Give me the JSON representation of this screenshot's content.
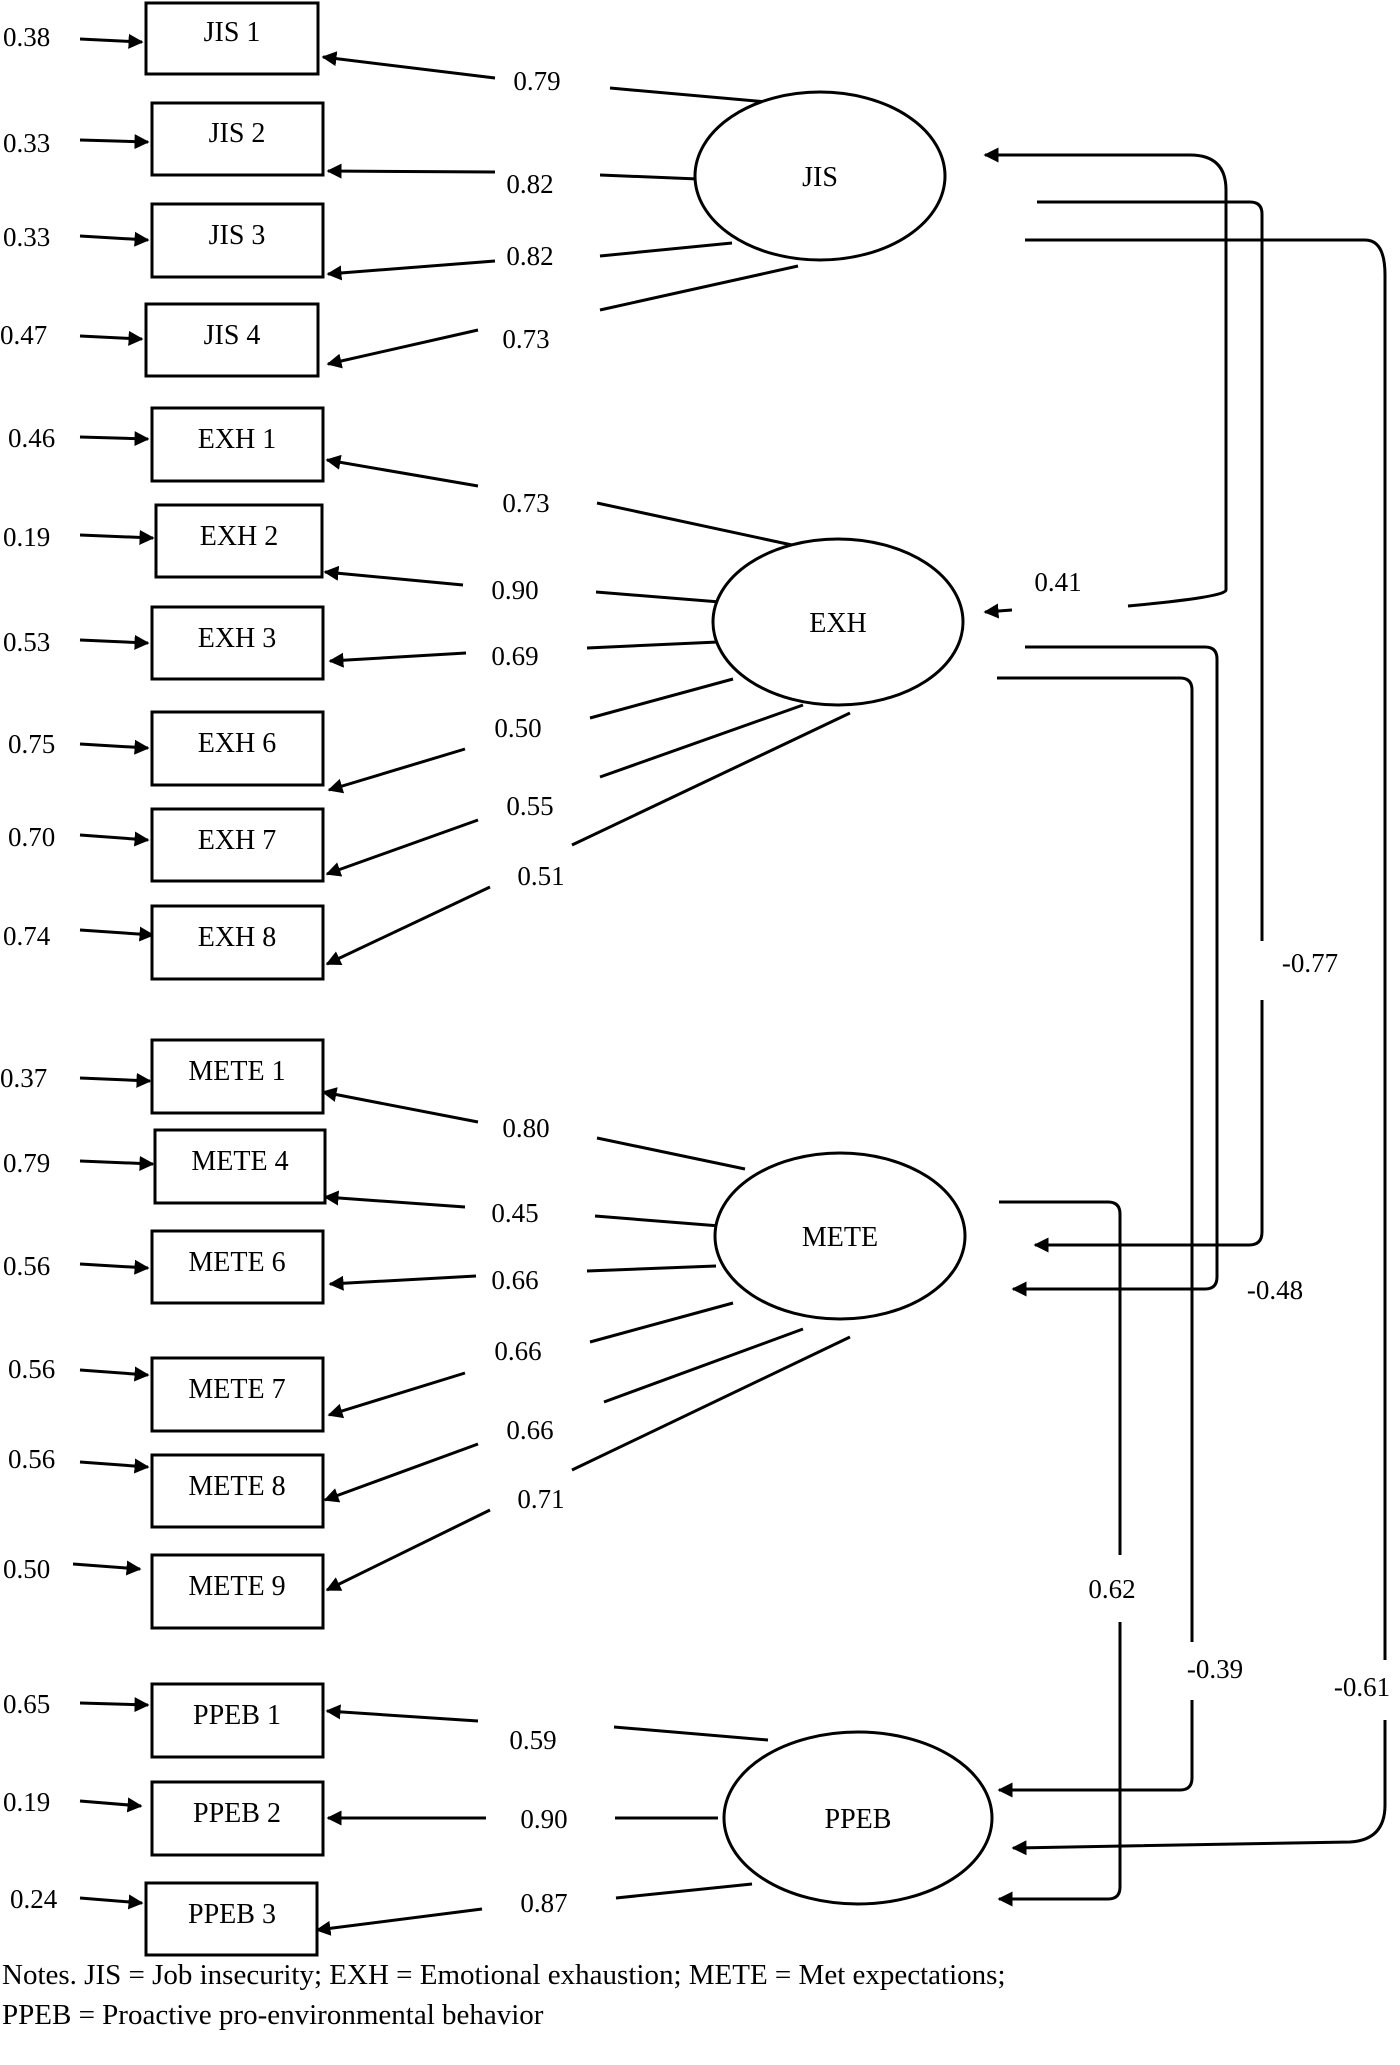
{
  "indicators": [
    {
      "label": "JIS 1",
      "error": "0.38",
      "loading": "0.79"
    },
    {
      "label": "JIS 2",
      "error": "0.33",
      "loading": "0.82"
    },
    {
      "label": "JIS 3",
      "error": "0.33",
      "loading": "0.82"
    },
    {
      "label": "JIS 4",
      "error": "0.47",
      "loading": "0.73"
    },
    {
      "label": "EXH 1",
      "error": "0.46",
      "loading": "0.73"
    },
    {
      "label": "EXH 2",
      "error": "0.19",
      "loading": "0.90"
    },
    {
      "label": "EXH 3",
      "error": "0.53",
      "loading": "0.69"
    },
    {
      "label": "EXH 6",
      "error": "0.75",
      "loading": "0.50"
    },
    {
      "label": "EXH 7",
      "error": "0.70",
      "loading": "0.55"
    },
    {
      "label": "EXH 8",
      "error": "0.74",
      "loading": "0.51"
    },
    {
      "label": "METE 1",
      "error": "0.37",
      "loading": "0.80"
    },
    {
      "label": "METE 4",
      "error": "0.79",
      "loading": "0.45"
    },
    {
      "label": "METE 6",
      "error": "0.56",
      "loading": "0.66"
    },
    {
      "label": "METE 7",
      "error": "0.56",
      "loading": "0.66"
    },
    {
      "label": "METE 8",
      "error": "0.56",
      "loading": "0.66"
    },
    {
      "label": "METE 9",
      "error": "0.50",
      "loading": "0.71"
    },
    {
      "label": "PPEB 1",
      "error": "0.65",
      "loading": "0.59"
    },
    {
      "label": "PPEB 2",
      "error": "0.19",
      "loading": "0.90"
    },
    {
      "label": "PPEB 3",
      "error": "0.24",
      "loading": "0.87"
    }
  ],
  "latents": [
    "JIS",
    "EXH",
    "METE",
    "PPEB"
  ],
  "correlations": [
    {
      "from": "JIS",
      "to": "EXH",
      "value": "0.41"
    },
    {
      "from": "JIS",
      "to": "METE",
      "value": "-0.77"
    },
    {
      "from": "EXH",
      "to": "METE",
      "value": "-0.48"
    },
    {
      "from": "METE",
      "to": "PPEB",
      "value": "0.62"
    },
    {
      "from": "EXH",
      "to": "PPEB",
      "value": "-0.39"
    },
    {
      "from": "JIS",
      "to": "PPEB",
      "value": "-0.61"
    }
  ],
  "notes": {
    "line1": "Notes. JIS = Job insecurity; EXH = Emotional exhaustion; METE = Met expectations;",
    "line2": "PPEB = Proactive pro-environmental behavior"
  }
}
